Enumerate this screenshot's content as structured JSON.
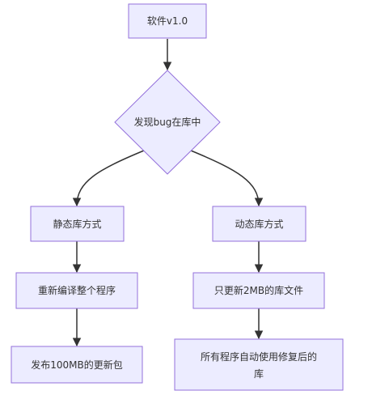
{
  "diagram": {
    "type": "flowchart",
    "nodes": {
      "start": "软件v1.0",
      "decision": "发现bug在库中",
      "static_method": "静态库方式",
      "dynamic_method": "动态库方式",
      "recompile": "重新编译整个程序",
      "update_2mb": "只更新2MB的库文件",
      "publish_100mb": "发布100MB的更新包",
      "all_use_fixed_line1": "所有程序自动使用修复后的",
      "all_use_fixed_line2": "库"
    },
    "edges": [
      {
        "from": "start",
        "to": "decision"
      },
      {
        "from": "decision",
        "to": "static_method"
      },
      {
        "from": "decision",
        "to": "dynamic_method"
      },
      {
        "from": "static_method",
        "to": "recompile"
      },
      {
        "from": "recompile",
        "to": "publish_100mb"
      },
      {
        "from": "dynamic_method",
        "to": "update_2mb"
      },
      {
        "from": "update_2mb",
        "to": "all_use_fixed"
      }
    ],
    "colors": {
      "node_fill": "#ECECFF",
      "node_stroke": "#9370DB",
      "edge": "#333333",
      "text": "#333333"
    }
  }
}
